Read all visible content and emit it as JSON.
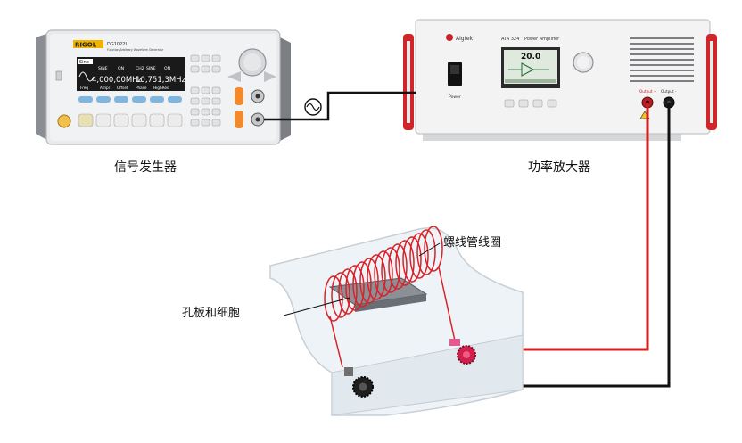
{
  "labels": {
    "signal_generator": "信号发生器",
    "power_amplifier": "功率放大器",
    "solenoid_coil": "螺线管线圈",
    "orifice_and_cells": "孔板和细胞"
  },
  "signal_generator": {
    "brand": "RIGOL",
    "model": "DG1022U",
    "subtitle": "Function/Arbitrary Waveform Generator",
    "mode": "Sine",
    "ch1_shape": "SINE",
    "ch1_state": "ON",
    "ch2_label": "CH2",
    "ch2_shape": "SINE",
    "ch2_state": "ON",
    "ch1_freq": "4,000,00MHz",
    "ch2_freq": "10,751,3MHz",
    "softkeys": [
      "Freq",
      "Ampl",
      "Offset",
      "Phase",
      "HighRes"
    ]
  },
  "power_amplifier": {
    "brand": "Aigtek",
    "model": "ATA 324",
    "title": "Power Amplifier",
    "display_value": "20.0",
    "power_label": "Power",
    "output_plus": "Output +",
    "output_minus": "Output -"
  },
  "colors": {
    "wire_red": "#d21f1f",
    "wire_black": "#111111",
    "amp_handle": "#d0262a"
  }
}
